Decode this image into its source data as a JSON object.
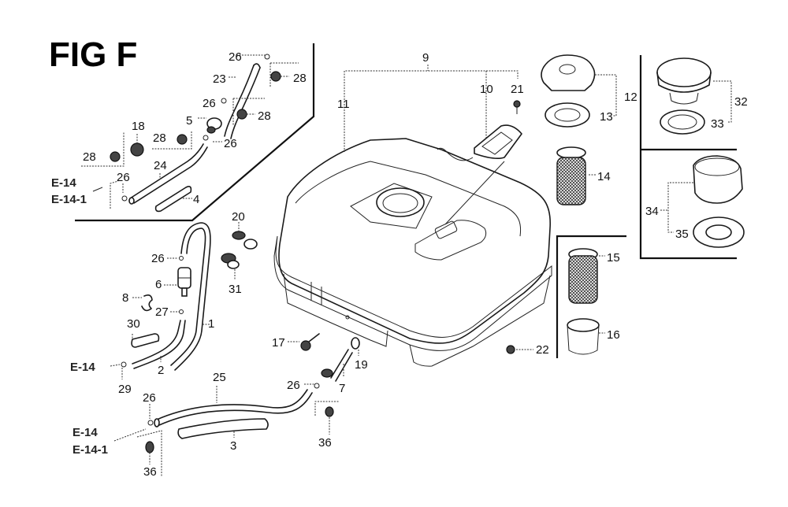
{
  "figure": {
    "title": "FIG F",
    "subject": "Fuel tank assembly exploded parts diagram"
  },
  "labels": {
    "p1": "1",
    "p2": "2",
    "p3": "3",
    "p4": "4",
    "p5": "5",
    "p6": "6",
    "p7": "7",
    "p8": "8",
    "p9": "9",
    "p10": "10",
    "p11": "11",
    "p12": "12",
    "p13": "13",
    "p14": "14",
    "p15": "15",
    "p16": "16",
    "p17": "17",
    "p18": "18",
    "p19": "19",
    "p20": "20",
    "p21": "21",
    "p22": "22",
    "p23": "23",
    "p24": "24",
    "p25": "25",
    "p26a": "26",
    "p26b": "26",
    "p26c": "26",
    "p26d": "26",
    "p26e": "26",
    "p26f": "26",
    "p26g": "26",
    "p27": "27",
    "p28a": "28",
    "p28b": "28",
    "p28c": "28",
    "p28d": "28",
    "p29": "29",
    "p30": "30",
    "p31": "31",
    "p32": "32",
    "p33": "33",
    "p34": "34",
    "p35": "35",
    "p36a": "36",
    "p36b": "36"
  },
  "references": {
    "top_e14": "E-14",
    "top_e141": "E-14-1",
    "mid_e14": "E-14",
    "bot_e14": "E-14",
    "bot_e141": "E-14-1"
  }
}
